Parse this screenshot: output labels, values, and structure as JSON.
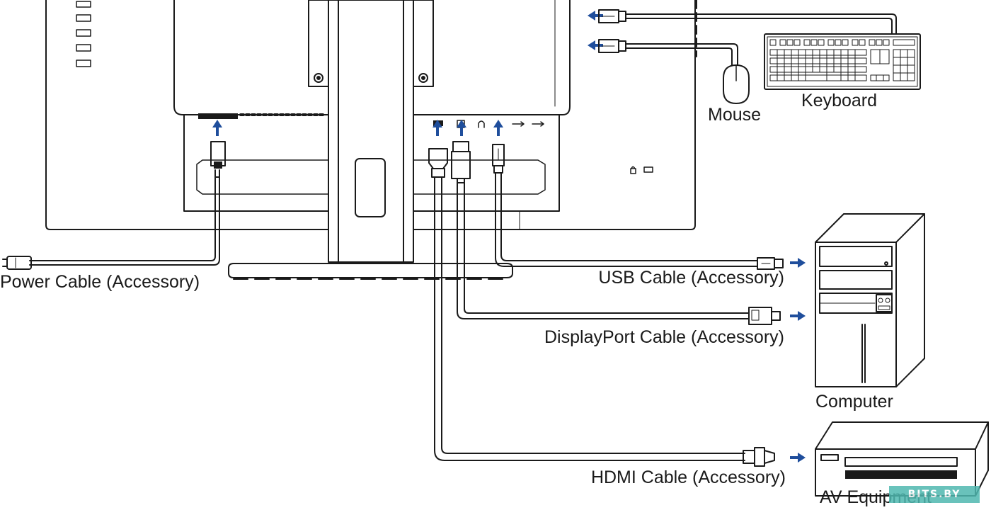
{
  "labels": {
    "power_cable": "Power Cable (Accessory)",
    "usb_cable": "USB Cable (Accessory)",
    "displayport_cable": "DisplayPort Cable (Accessory)",
    "hdmi_cable": "HDMI Cable (Accessory)",
    "mouse": "Mouse",
    "keyboard": "Keyboard",
    "computer": "Computer",
    "av_equipment": "AV Equipment"
  },
  "watermark": "BITS.BY",
  "colors": {
    "line": "#1a1a1a",
    "arrow": "#1f4e9c",
    "watermark_bg": "#4fb8b0"
  },
  "icons": {
    "usb_port": "usb-icon",
    "headphone_port": "headphone-icon",
    "lock_slot": "lock-icon"
  }
}
